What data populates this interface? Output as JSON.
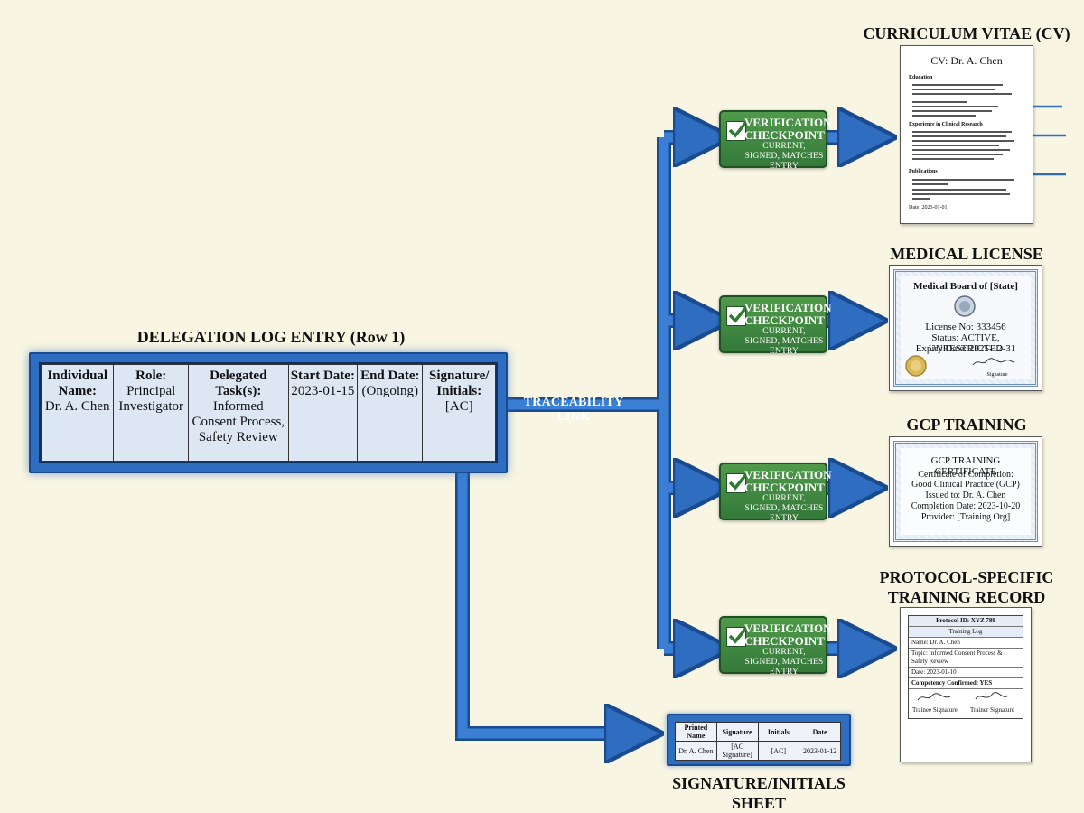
{
  "log": {
    "title": "DELEGATION LOG ENTRY (Row 1)",
    "columns": [
      {
        "header": "Individual Name:",
        "value": "Dr. A. Chen"
      },
      {
        "header": "Role:",
        "value": "Principal Investigator"
      },
      {
        "header": "Delegated Task(s):",
        "value": "Informed Consent Process, Safety Review"
      },
      {
        "header": "Start Date:",
        "value": "2023-01-15"
      },
      {
        "header": "End Date:",
        "value": "(Ongoing)"
      },
      {
        "header": "Signature/ Initials:",
        "value": "[AC]"
      }
    ]
  },
  "link_label": "TRACEABILITY LINK",
  "checkpoints": [
    {
      "title": "VERIFICATION CHECKPOINT",
      "sub": "CURRENT, SIGNED, MATCHES ENTRY"
    },
    {
      "title": "VERIFICATION CHECKPOINT",
      "sub": "CURRENT, SIGNED, MATCHES ENTRY"
    },
    {
      "title": "VERIFICATION CHECKPOINT",
      "sub": "CURRENT, SIGNED, MATCHES ENTRY"
    },
    {
      "title": "VERIFICATION CHECKPOINT",
      "sub": "CURRENT, SIGNED, MATCHES ENTRY"
    }
  ],
  "docs": {
    "cv": {
      "title": "CURRICULUM VITAE (CV)",
      "header": "CV: Dr. A. Chen",
      "section1": "Education",
      "section2": "Experience in Clinical Research",
      "section3": "Publications",
      "date": "Date: 2023-01-01"
    },
    "license": {
      "title": "MEDICAL LICENSE",
      "board": "Medical Board of [State]",
      "number": "License No: 333456",
      "status": "Status: ACTIVE, UNRESTRICTED",
      "expiry": "Expiry Date: 2025-12-31",
      "sig_label": "Signature"
    },
    "gcp": {
      "title": "GCP TRAINING CERTIFICATE",
      "heading": "GCP TRAINING CERTIFICATE",
      "line1": "Certificate of Completion:",
      "line2": "Good Clinical Practice (GCP)",
      "line3": "Issued to: Dr. A. Chen",
      "line4": "Completion Date: 2023-10-20",
      "line5": "Provider: [Training Org]"
    },
    "protocol": {
      "title": "PROTOCOL-SPECIFIC TRAINING RECORD",
      "protocol_id": "Protocol ID: XYZ 789",
      "log_name": "Training Log",
      "name": "Name: Dr. A. Chen",
      "topic": "Topic: Informed Consent Process & Safety Review",
      "date": "Date: 2023-01-10",
      "competency": "Competency Confirmed: YES",
      "trainee": "Trainee Signature",
      "trainer": "Trainer Signature"
    },
    "sig_sheet": {
      "title": "SIGNATURE/INITIALS SHEET",
      "headers": [
        "Printed Name",
        "Signature",
        "Initials",
        "Date"
      ],
      "row": [
        "Dr. A. Chen",
        "[AC Signature]",
        "[AC]",
        "2023-01-12"
      ]
    }
  },
  "colors": {
    "pipe": "#2e6dbf",
    "pipe_dark": "#1b4b8f",
    "checkpoint": "#3f8a40",
    "background": "#f8f5e2"
  }
}
